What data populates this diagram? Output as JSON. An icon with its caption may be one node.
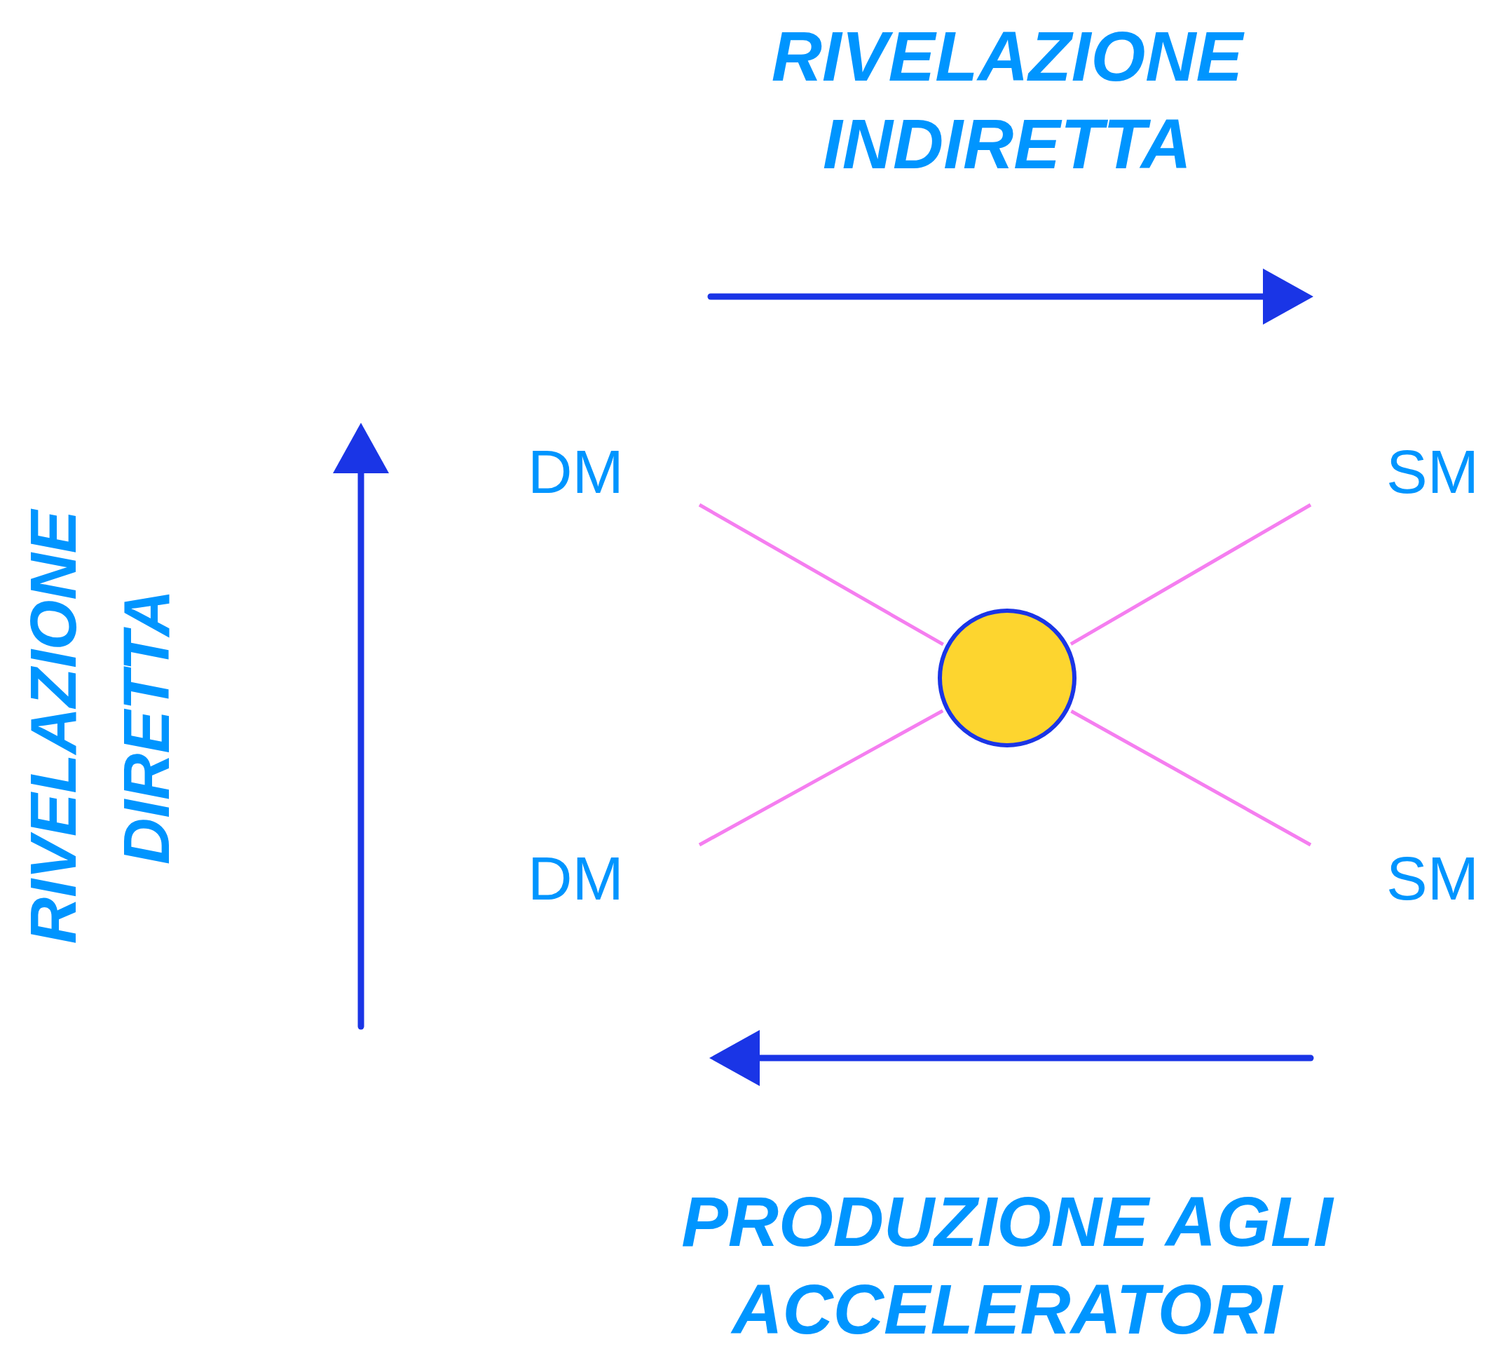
{
  "diagram": {
    "nodes": [
      {
        "text": [
          "DM"
        ]
      },
      {
        "text": [
          "SM"
        ]
      },
      {
        "text": [],
        "shape": "circle"
      },
      {
        "text": [
          "DM"
        ]
      },
      {
        "text": [
          "SM"
        ]
      }
    ],
    "edges": [
      {
        "from": 0,
        "to": 2,
        "arrow": "none"
      },
      {
        "from": 1,
        "to": 2,
        "arrow": "none"
      },
      {
        "from": 3,
        "to": 2,
        "arrow": "none"
      },
      {
        "from": 4,
        "to": 2,
        "arrow": "none"
      }
    ],
    "labels": [
      "RIVELAZIONE INDIRETTA",
      "RIVELAZIONE DIRETTA",
      "PRODUZIONE AGLI ACCELERATORI"
    ]
  }
}
